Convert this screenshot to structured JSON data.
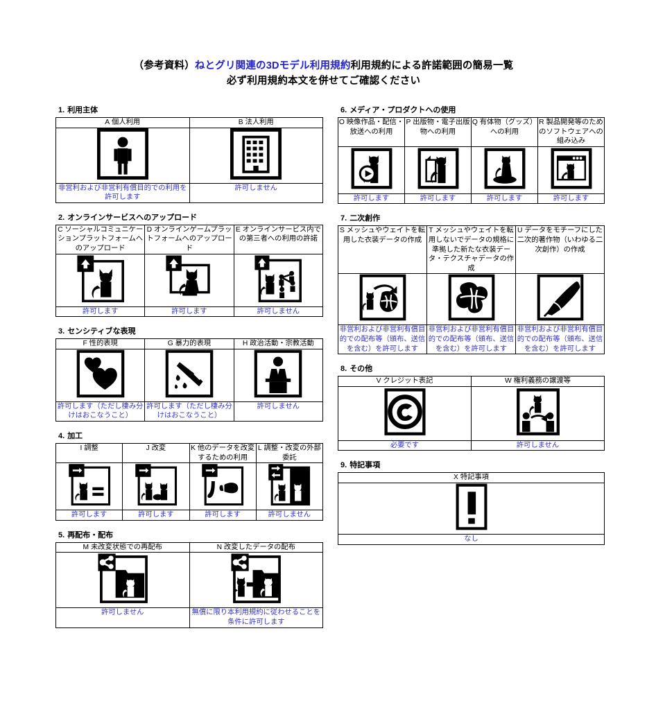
{
  "document": {
    "title_line1_prefix": "（参考資料）",
    "title_line1_highlight": "ねとグリ関連の3Dモデル利用規約",
    "title_line1_suffix": "利用規約による許諾範囲の簡易一覧",
    "title_line2": "必ず利用規約本文を併せてご確認ください",
    "highlight_color": "#2222cc",
    "note_color": "#3333cc"
  },
  "sections": [
    {
      "number": "1.",
      "heading": "利用主体",
      "columns": 2,
      "items": [
        {
          "code": "A",
          "label": "個人利用",
          "icon": "person-icon",
          "note": "非営利および非営利有償目的での利用を許可します"
        },
        {
          "code": "B",
          "label": "法人利用",
          "icon": "building-icon",
          "note": "許可しません"
        }
      ]
    },
    {
      "number": "2.",
      "heading": "オンラインサービスへのアップロード",
      "columns": 3,
      "items": [
        {
          "code": "C",
          "label": "ソーシャルコミュニケーションプラットフォームへのアップロード",
          "icon": "upload-cat-icon",
          "note": "許可します"
        },
        {
          "code": "D",
          "label": "オンラインゲームプラットフォームへのアップロード",
          "icon": "upload-cat-monitor-icon",
          "note": "許可します"
        },
        {
          "code": "E",
          "label": "オンラインサービス内での第三者への利用の許諾",
          "icon": "upload-cat-share-people-icon",
          "note": "許可しません"
        }
      ]
    },
    {
      "number": "3.",
      "heading": "センシティブな表現",
      "columns": 3,
      "items": [
        {
          "code": "F",
          "label": "性的表現",
          "icon": "hearts-icon",
          "note": "許可します（ただし棲み分けはおこなうこと）"
        },
        {
          "code": "G",
          "label": "暴力的表現",
          "icon": "knife-blood-icon",
          "note": "許可します（ただし棲み分けはおこなうこと）"
        },
        {
          "code": "H",
          "label": "政治活動・宗教活動",
          "icon": "podium-speaker-icon",
          "note": "許可しません"
        }
      ]
    },
    {
      "number": "4.",
      "heading": "加工",
      "columns": 4,
      "items": [
        {
          "code": "I",
          "label": "調整",
          "icon": "arrow-cat-equals-icon",
          "note": "許可します"
        },
        {
          "code": "J",
          "label": "改変",
          "icon": "arrow-cat-two-cats-icon",
          "note": "許可します"
        },
        {
          "code": "K",
          "label": "他のデータを改変するための利用",
          "icon": "arrow-cat-ribbon-icon",
          "note": "許可します"
        },
        {
          "code": "L",
          "label": "調整・改変の外部委託",
          "icon": "transfer-cat-outsource-icon",
          "note": "許可しません"
        }
      ]
    },
    {
      "number": "5.",
      "heading": "再配布・配布",
      "columns": 2,
      "items": [
        {
          "code": "M",
          "label": "未改変状態での再配布",
          "icon": "share-folder-cat-icon",
          "note": "許可しません"
        },
        {
          "code": "N",
          "label": "改変したデータの配布",
          "icon": "share-folder-modified-cat-icon",
          "note": "無償に限り本利用規約に従わせることを条件に許可します"
        }
      ]
    },
    {
      "number": "6.",
      "heading": "メディア・プロダクトへの使用",
      "columns": 4,
      "items": [
        {
          "code": "O",
          "label": "映像作品・配信・放送への利用",
          "icon": "cat-play-button-icon",
          "note": "許可します"
        },
        {
          "code": "P",
          "label": "出版物・電子出版物への利用",
          "icon": "cat-document-icon",
          "note": "許可します"
        },
        {
          "code": "Q",
          "label": "有体物（グッズ）への利用",
          "icon": "cat-figure-base-icon",
          "note": "許可します"
        },
        {
          "code": "R",
          "label": "製品開発等のためのソフトウェアへの組み込み",
          "icon": "cat-app-window-icon",
          "note": "許可します"
        }
      ]
    },
    {
      "number": "7.",
      "heading": "二次創作",
      "columns": 3,
      "items": [
        {
          "code": "S",
          "label": "メッシュやウェイトを転用した衣装データの作成",
          "icon": "cat-to-cloth-icon",
          "note": "非営利および非営利有償目的での配布等（頒布、送信を含む）を許可します"
        },
        {
          "code": "T",
          "label": "メッシュやウェイトを転用しないでデータの規格に準拠した新たな衣装データ・テクスチャデータの作成",
          "icon": "cloth-icon",
          "note": "非営利および非営利有償目的での配布等（頒布、送信を含む）を許可します"
        },
        {
          "code": "U",
          "label": "データをモチーフにした二次的著作物（いわゆる二次創作）の作成",
          "icon": "paint-brush-icon",
          "note": "非営利および非営利有償目的での配布等（頒布、送信を含む）を許可します"
        }
      ]
    },
    {
      "number": "8.",
      "heading": "その他",
      "columns": 2,
      "items": [
        {
          "code": "V",
          "label": "クレジット表記",
          "icon": "copyright-icon",
          "note": "必要です"
        },
        {
          "code": "W",
          "label": "権利義務の譲渡等",
          "icon": "cat-handover-people-icon",
          "note": "許可しません"
        }
      ]
    },
    {
      "number": "9.",
      "heading": "特記事項",
      "columns": 1,
      "items": [
        {
          "code": "X",
          "label": "特記事項",
          "icon": "exclamation-icon",
          "note": "なし"
        }
      ]
    }
  ]
}
